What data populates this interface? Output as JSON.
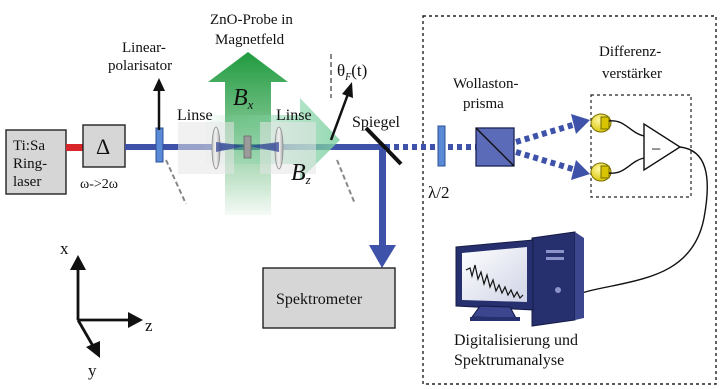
{
  "labels": {
    "laser_line1": "Ti:Sa",
    "laser_line2": "Ring-",
    "laser_line3": "laser",
    "shg_symbol": "Δ",
    "shg_caption": "ω->2ω",
    "polarizer_line1": "Linear-",
    "polarizer_line2": "polarisator",
    "probe_line1": "ZnO-Probe in",
    "probe_line2": "Magnetfeld",
    "lens_left": "Linse",
    "lens_right": "Linse",
    "field_x": "B",
    "field_x_sub": "x",
    "field_z": "B",
    "field_z_sub": "z",
    "faraday_angle": "θ",
    "faraday_angle_sub": "F",
    "faraday_angle_arg": "(t)",
    "mirror": "Spiegel",
    "halfwave": "λ/2",
    "wollaston_line1": "Wollaston-",
    "wollaston_line2": "prisma",
    "diffamp_line1": "Differenz-",
    "diffamp_line2": "verstärker",
    "amp_minus": "−",
    "spectrometer": "Spektrometer",
    "analysis_line1": "Digitalisierung und",
    "analysis_line2": "Spektrumanalyse",
    "axis_x": "x",
    "axis_y": "y",
    "axis_z": "z"
  },
  "colors": {
    "beam": "#3d52a8",
    "laser_output": "#d8262b",
    "field_x": "#2ea14a",
    "field_z": "#7fd1a3",
    "detector": "#e9d615",
    "box_fill": "#d6d6d6",
    "computer": "#26306e"
  },
  "icons": [
    "arrow-icon",
    "computer-icon",
    "amplifier-icon",
    "photodiode-icon",
    "wollaston-prism-icon",
    "mirror-icon",
    "lens-icon"
  ]
}
